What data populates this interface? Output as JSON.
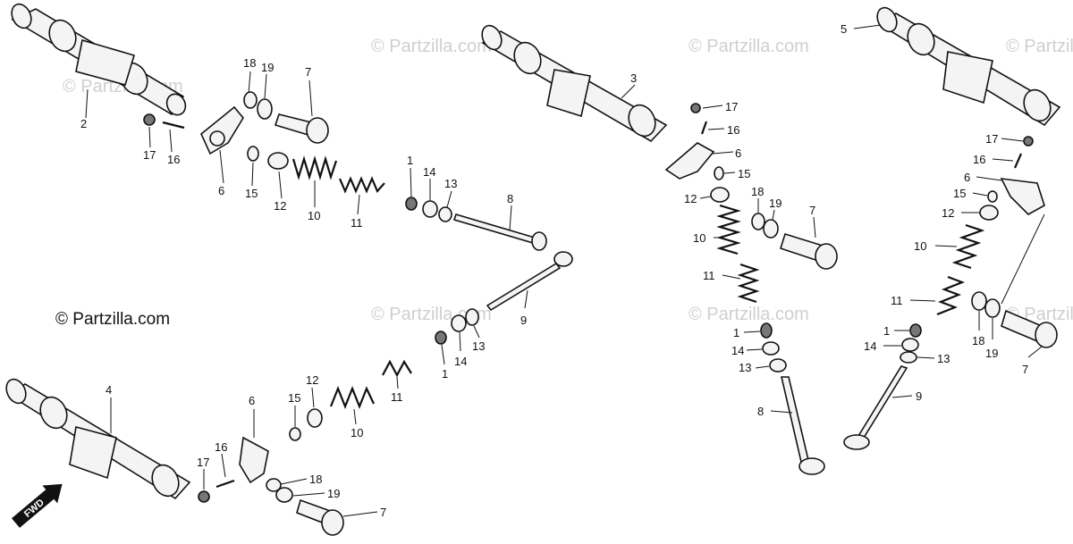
{
  "watermark": "© Partzilla.com",
  "copyright": "© Partzilla.com",
  "fwd_label": "FWD",
  "callouts": {
    "c1a": "1",
    "c1b": "1",
    "c1c": "1",
    "c1d": "1",
    "c2": "2",
    "c3": "3",
    "c4": "4",
    "c5": "5",
    "c6a": "6",
    "c6b": "6",
    "c6c": "6",
    "c6d": "6",
    "c7a": "7",
    "c7b": "7",
    "c7c": "7",
    "c7d": "7",
    "c8a": "8",
    "c8b": "8",
    "c9a": "9",
    "c9b": "9",
    "c10a": "10",
    "c10b": "10",
    "c10c": "10",
    "c10d": "10",
    "c11a": "11",
    "c11b": "11",
    "c11c": "11",
    "c11d": "11",
    "c12a": "12",
    "c12b": "12",
    "c12c": "12",
    "c12d": "12",
    "c13a": "13",
    "c13b": "13",
    "c13c": "13",
    "c13d": "13",
    "c14a": "14",
    "c14b": "14",
    "c14c": "14",
    "c14d": "14",
    "c15a": "15",
    "c15b": "15",
    "c15c": "15",
    "c15d": "15",
    "c16a": "16",
    "c16b": "16",
    "c16c": "16",
    "c16d": "16",
    "c17a": "17",
    "c17b": "17",
    "c17c": "17",
    "c17d": "17",
    "c18a": "18",
    "c18b": "18",
    "c18c": "18",
    "c18d": "18",
    "c19a": "19",
    "c19b": "19",
    "c19c": "19",
    "c19d": "19"
  }
}
